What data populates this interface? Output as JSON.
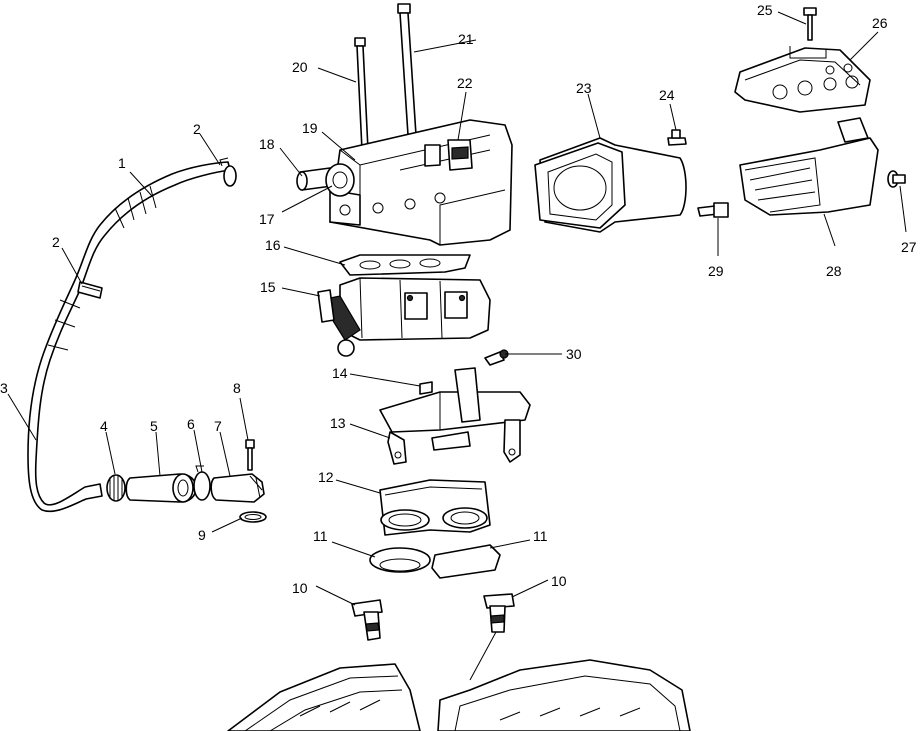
{
  "callouts": [
    {
      "id": "c1",
      "label": "1"
    },
    {
      "id": "c2a",
      "label": "2"
    },
    {
      "id": "c2b",
      "label": "2"
    },
    {
      "id": "c3",
      "label": "3"
    },
    {
      "id": "c4",
      "label": "4"
    },
    {
      "id": "c5",
      "label": "5"
    },
    {
      "id": "c6",
      "label": "6"
    },
    {
      "id": "c7",
      "label": "7"
    },
    {
      "id": "c8",
      "label": "8"
    },
    {
      "id": "c9",
      "label": "9"
    },
    {
      "id": "c10a",
      "label": "10"
    },
    {
      "id": "c10b",
      "label": "10"
    },
    {
      "id": "c11a",
      "label": "11"
    },
    {
      "id": "c11b",
      "label": "11"
    },
    {
      "id": "c12",
      "label": "12"
    },
    {
      "id": "c13",
      "label": "13"
    },
    {
      "id": "c14",
      "label": "14"
    },
    {
      "id": "c15",
      "label": "15"
    },
    {
      "id": "c16",
      "label": "16"
    },
    {
      "id": "c17",
      "label": "17"
    },
    {
      "id": "c18",
      "label": "18"
    },
    {
      "id": "c19",
      "label": "19"
    },
    {
      "id": "c20",
      "label": "20"
    },
    {
      "id": "c21",
      "label": "21"
    },
    {
      "id": "c22",
      "label": "22"
    },
    {
      "id": "c23",
      "label": "23"
    },
    {
      "id": "c24",
      "label": "24"
    },
    {
      "id": "c25",
      "label": "25"
    },
    {
      "id": "c26",
      "label": "26"
    },
    {
      "id": "c27",
      "label": "27"
    },
    {
      "id": "c28",
      "label": "28"
    },
    {
      "id": "c29",
      "label": "29"
    },
    {
      "id": "c30",
      "label": "30"
    }
  ]
}
